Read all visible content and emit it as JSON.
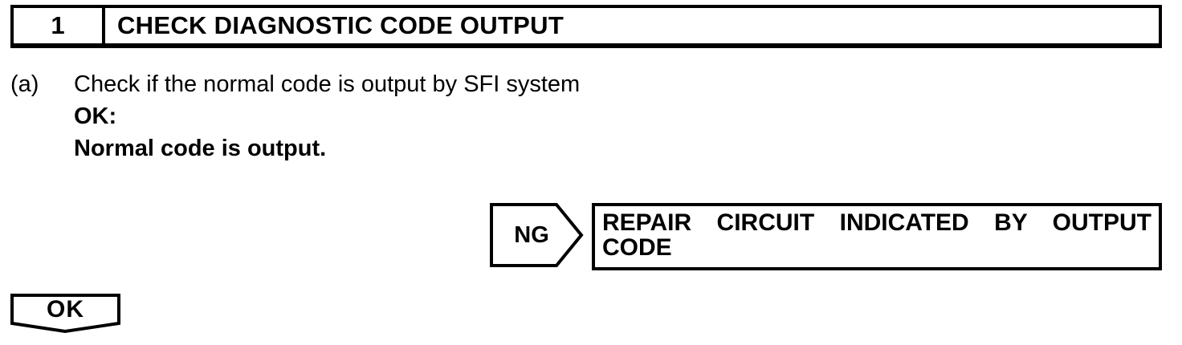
{
  "colors": {
    "ink": "#000000",
    "paper": "#ffffff"
  },
  "step_header": {
    "number": "1",
    "title": "CHECK DIAGNOSTIC CODE OUTPUT"
  },
  "procedure": {
    "item_label": "(a)",
    "item_text": "Check if the normal code is output by SFI system",
    "ok_heading": "OK:",
    "ok_statement": "Normal code is output."
  },
  "ng_branch": {
    "label": "NG",
    "action_line1": "REPAIR CIRCUIT INDICATED BY OUTPUT",
    "action_line2": "CODE"
  },
  "ok_branch": {
    "label": "OK"
  }
}
